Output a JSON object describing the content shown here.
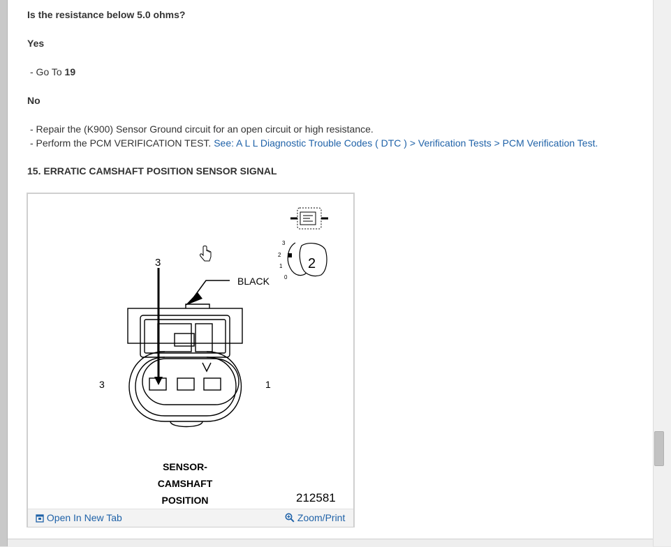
{
  "content": {
    "question": "Is the resistance below 5.0 ohms?",
    "yes_label": "Yes",
    "yes_goto_prefix": "-  Go To ",
    "yes_goto_step": "19",
    "no_label": "No",
    "no_action_1": "-  Repair the (K900) Sensor Ground circuit for an open circuit or high resistance.",
    "no_action_2_prefix": "-  Perform the PCM VERIFICATION TEST. ",
    "no_action_2_link": "See: A L L Diagnostic Trouble Codes ( DTC ) > Verification Tests > PCM Verification Test.",
    "section_heading": "15. ERRATIC CAMSHAFT POSITION SENSOR SIGNAL"
  },
  "figure": {
    "connector_color_label": "BLACK",
    "pin_label_top": "3",
    "pin_label_left": "3",
    "pin_label_right": "1",
    "meter_digit": "2",
    "meter_scale": [
      "3",
      "2",
      "1",
      "0"
    ],
    "caption_line1": "SENSOR-",
    "caption_line2": "CAMSHAFT",
    "caption_line3": "POSITION",
    "figure_number": "212581",
    "open_new_tab_label": "Open In New Tab",
    "zoom_print_label": "Zoom/Print",
    "open_new_tab_icon": "open-in-new-tab-icon",
    "zoom_icon": "magnifier-icon"
  },
  "colors": {
    "link": "#1f62a8",
    "text": "#333333"
  }
}
